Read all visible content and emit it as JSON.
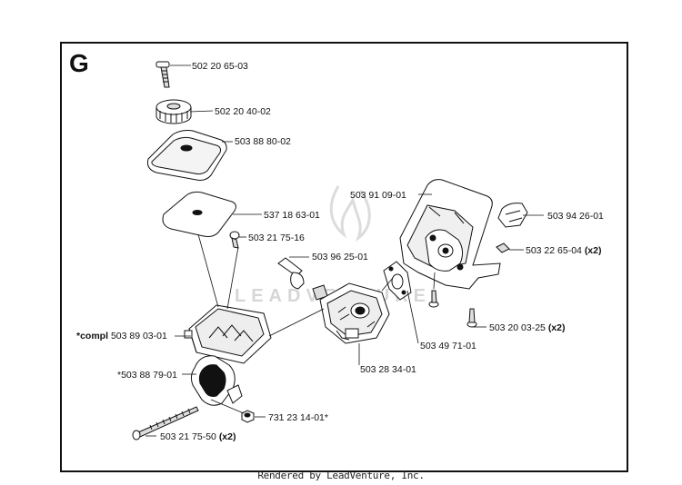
{
  "section_letter": "G",
  "footer": "Rendered by LeadVenture, Inc.",
  "watermark": "LEADVENTURE",
  "parts": [
    {
      "id": "p1",
      "label": "502 20 65-03",
      "prefix": "",
      "qty": ""
    },
    {
      "id": "p2",
      "label": "502 20 40-02",
      "prefix": "",
      "qty": ""
    },
    {
      "id": "p3",
      "label": "503 88 80-02",
      "prefix": "",
      "qty": ""
    },
    {
      "id": "p4",
      "label": "537 18 63-01",
      "prefix": "",
      "qty": ""
    },
    {
      "id": "p5",
      "label": "503 21 75-16",
      "prefix": "",
      "qty": ""
    },
    {
      "id": "p6",
      "label": "503 96 25-01",
      "prefix": "",
      "qty": ""
    },
    {
      "id": "p7",
      "label": "503 91 09-01",
      "prefix": "",
      "qty": ""
    },
    {
      "id": "p8",
      "label": "503 94 26-01",
      "prefix": "",
      "qty": ""
    },
    {
      "id": "p9",
      "label": "503 22 65-04",
      "prefix": "",
      "qty": "(x2)"
    },
    {
      "id": "p10",
      "label": "503 20 03-25",
      "prefix": "",
      "qty": "(x2)"
    },
    {
      "id": "p11",
      "label": "503 49 71-01",
      "prefix": "",
      "qty": ""
    },
    {
      "id": "p12",
      "label": "503 28 34-01",
      "prefix": "",
      "qty": ""
    },
    {
      "id": "p13",
      "label": "503 89 03-01",
      "prefix": "*compl",
      "qty": ""
    },
    {
      "id": "p14",
      "label": "*503 88 79-01",
      "prefix": "",
      "qty": ""
    },
    {
      "id": "p15",
      "label": "731 23 14-01*",
      "prefix": "",
      "qty": ""
    },
    {
      "id": "p16",
      "label": "503 21 75-50",
      "prefix": "",
      "qty": "(x2)"
    }
  ]
}
